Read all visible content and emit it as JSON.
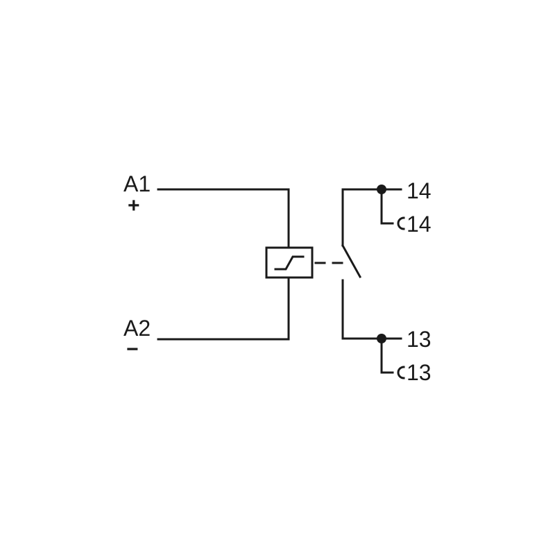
{
  "coil": {
    "terminal_a1": "A1",
    "terminal_a1_polarity": "+",
    "terminal_a2": "A2",
    "terminal_a2_polarity": "−",
    "symbol": "solid-state-relay-step-icon"
  },
  "contact": {
    "terminal_14": "14",
    "terminal_14_secondary": "14",
    "terminal_13": "13",
    "terminal_13_secondary": "13",
    "type": "normally-open"
  },
  "colors": {
    "line": "#1a1a1a",
    "background": "#ffffff"
  }
}
